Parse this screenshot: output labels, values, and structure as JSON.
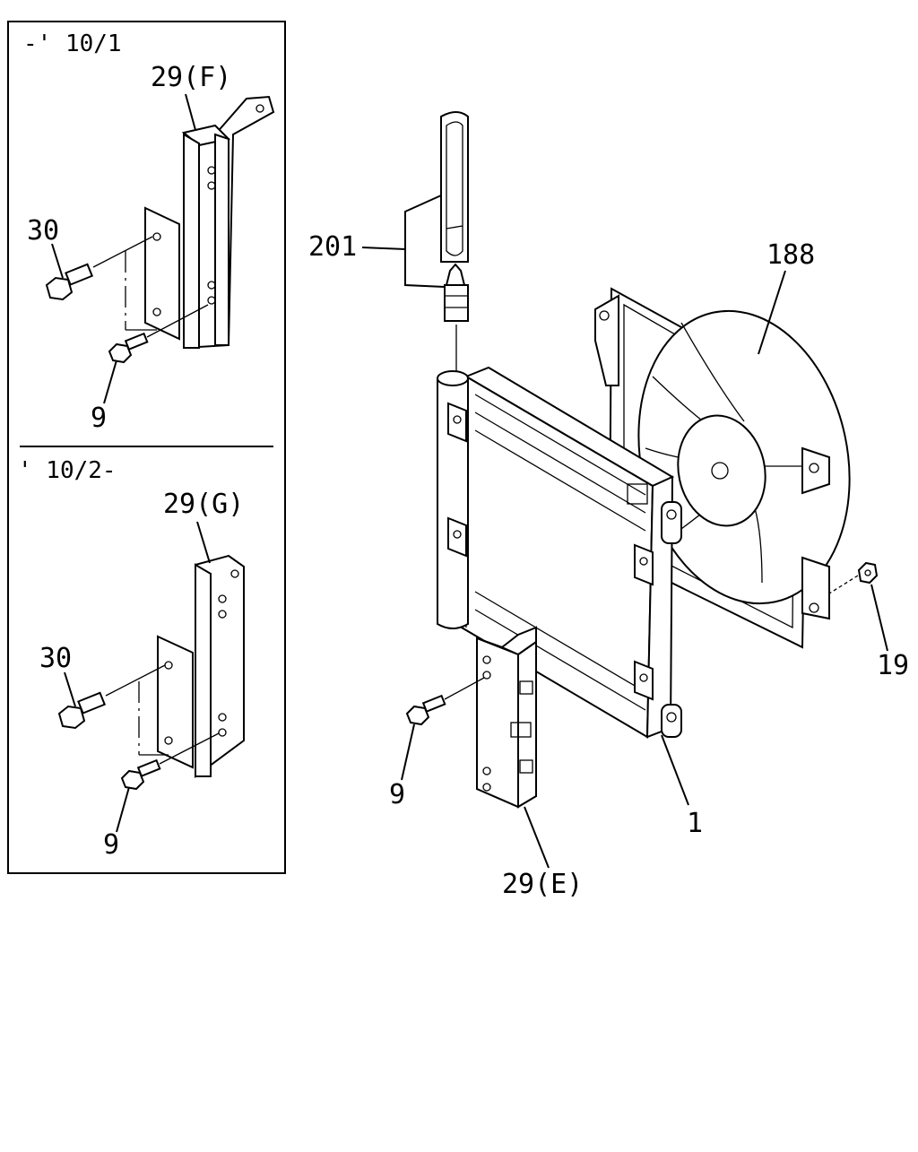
{
  "inset": {
    "top_variant_label": "-' 10/1",
    "bottom_variant_label": "' 10/2-",
    "top_callouts": {
      "bracket": "29(F)",
      "bolt": "30",
      "screw": "9"
    },
    "bottom_callouts": {
      "bracket": "29(G)",
      "bolt": "30",
      "screw": "9"
    }
  },
  "main_callouts": {
    "receiver": "201",
    "fan": "188",
    "nut": "19",
    "screw": "9",
    "condenser": "1",
    "bracket": "29(E)"
  }
}
